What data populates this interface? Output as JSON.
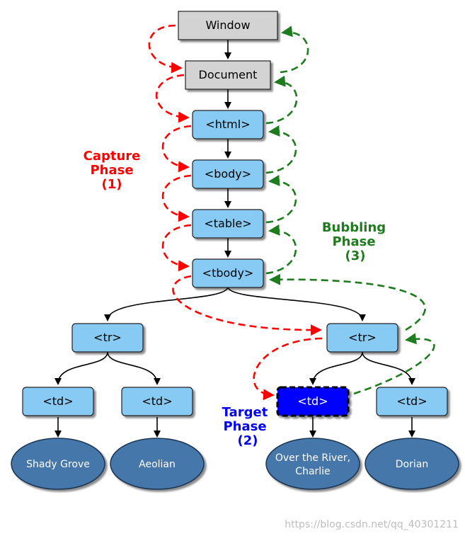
{
  "nodes": {
    "window": "Window",
    "document": "Document",
    "html": "<html>",
    "body": "<body>",
    "table": "<table>",
    "tbody": "<tbody>",
    "tr_left": "<tr>",
    "tr_right": "<tr>",
    "td_1": "<td>",
    "td_2": "<td>",
    "td_target": "<td>",
    "td_4": "<td>"
  },
  "leaves": {
    "shady_grove": "Shady Grove",
    "aeolian": "Aeolian",
    "over_the_river_1": "Over the River,",
    "over_the_river_2": "Charlie",
    "dorian": "Dorian"
  },
  "phases": {
    "capture": [
      "Capture",
      "Phase",
      "(1)"
    ],
    "bubbling": [
      "Bubbling",
      "Phase",
      "(3)"
    ],
    "target": [
      "Target",
      "Phase",
      "(2)"
    ]
  },
  "watermark": "https://blog.csdn.net/qq_40301211",
  "colors": {
    "capture": "#ff0000",
    "bubbling": "#1e7b1e",
    "target": "#0000ff",
    "node_blue": "#87cbf5",
    "node_gray": "#d3d3d3",
    "leaf_fill": "#4477aa"
  }
}
